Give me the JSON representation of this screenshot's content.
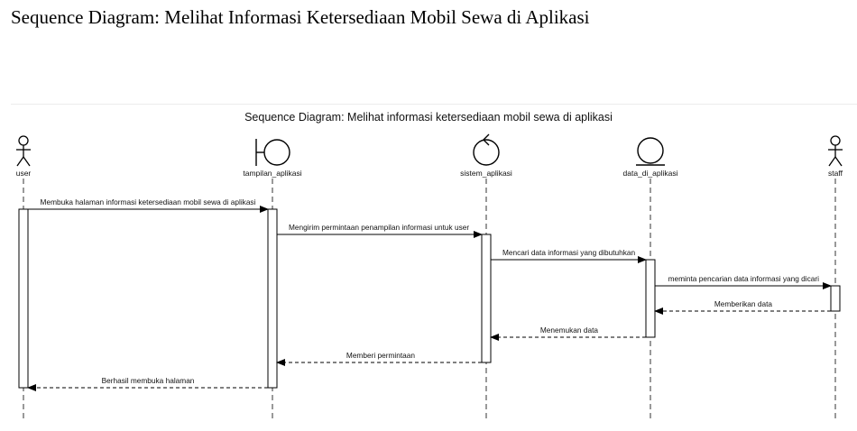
{
  "page_heading": "Sequence Diagram: Melihat Informasi Ketersediaan Mobil Sewa di Aplikasi",
  "diagram": {
    "title": "Sequence Diagram: Melihat informasi ketersediaan mobil sewa di aplikasi",
    "participants": [
      {
        "id": "user",
        "label": "user",
        "kind": "actor"
      },
      {
        "id": "tampilan",
        "label": "tampilan_aplikasi",
        "kind": "boundary"
      },
      {
        "id": "sistem",
        "label": "sistem_aplikasi",
        "kind": "control"
      },
      {
        "id": "data",
        "label": "data_di_aplikasi",
        "kind": "entity"
      },
      {
        "id": "staff",
        "label": "staff",
        "kind": "actor"
      }
    ],
    "messages": [
      {
        "from": "user",
        "to": "tampilan",
        "label": "Membuka halaman informasi ketersediaan mobil sewa di aplikasi",
        "style": "sync"
      },
      {
        "from": "tampilan",
        "to": "sistem",
        "label": "Mengirim permintaan penampilan informasi untuk user",
        "style": "sync"
      },
      {
        "from": "sistem",
        "to": "data",
        "label": "Mencari data informasi yang dibutuhkan",
        "style": "sync"
      },
      {
        "from": "data",
        "to": "staff",
        "label": "meminta pencarian data informasi yang dicari",
        "style": "sync"
      },
      {
        "from": "staff",
        "to": "data",
        "label": "Memberikan data",
        "style": "return"
      },
      {
        "from": "data",
        "to": "sistem",
        "label": "Menemukan data",
        "style": "return"
      },
      {
        "from": "sistem",
        "to": "tampilan",
        "label": "Memberi permintaan",
        "style": "return"
      },
      {
        "from": "tampilan",
        "to": "user",
        "label": "Berhasil membuka halaman",
        "style": "return"
      }
    ]
  }
}
